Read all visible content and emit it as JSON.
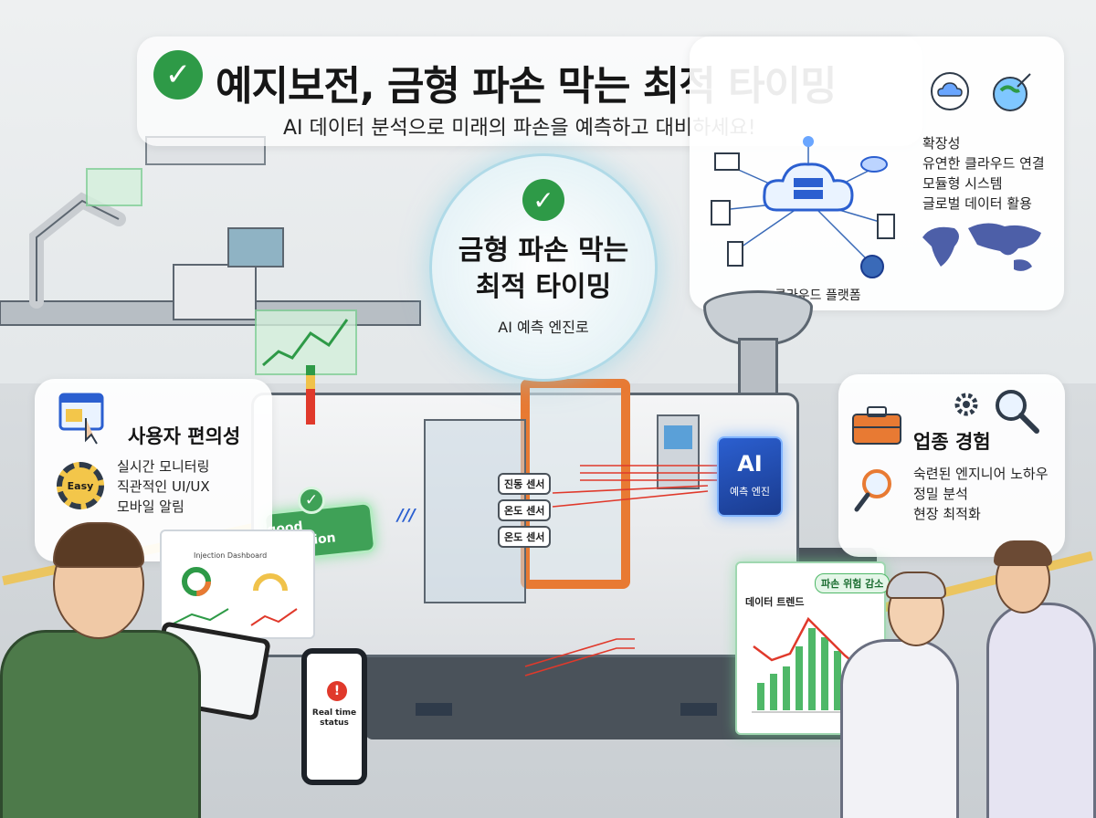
{
  "header": {
    "title": "예지보전, 금형 파손 막는 최적 타이밍",
    "subtitle": "AI 데이터 분석으로 미래의 파손을 예측하고 대비하세요!"
  },
  "center": {
    "title_line1": "금형 파손 막는",
    "title_line2": "최적 타이밍",
    "subtitle": "AI 예측 엔진로"
  },
  "scalability": {
    "heading": "확장성",
    "lines": [
      "유연한 클라우드 연결",
      "모듈형 시스템",
      "글로벌 데이터 활용"
    ],
    "cloud_label": "클라우드 플랫폼"
  },
  "usability": {
    "heading": "사용자 편의성",
    "lines": [
      "실시간 모니터링",
      "직관적인 UI/UX",
      "모바일 알림"
    ],
    "gear_label": "Easy"
  },
  "experience": {
    "heading": "업종 경험",
    "lines": [
      "숙련된 엔지니어 노하우",
      "정밀 분석",
      "현장 최적화"
    ]
  },
  "machine": {
    "status": "good condition",
    "sensors": [
      "진동 센서",
      "온도 센서",
      "온도 센서"
    ],
    "ai_big": "AI",
    "ai_small": "예측 엔진"
  },
  "trend": {
    "title": "데이터 트렌드",
    "risk_tag": "파손 위험 감소"
  },
  "dashboard": {
    "title": "Injection Dashboard"
  },
  "phone": {
    "status": "Real time status"
  },
  "colors": {
    "accent_green": "#2e9a47",
    "accent_orange": "#e87a33",
    "ai_blue": "#2b5fd0",
    "floor_yellow": "#f0c24a"
  }
}
